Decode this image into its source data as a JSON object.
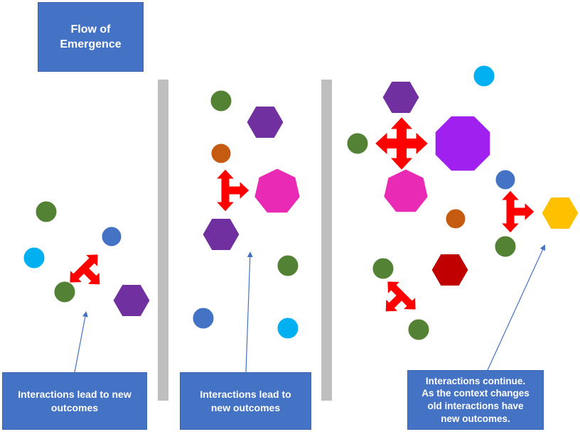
{
  "title": "Flow of\nEmergence",
  "captions": [
    "Interactions lead to new\noutcomes",
    "Interactions lead to\nnew outcomes",
    "Interactions continue.\nAs the context changes\nold interactions have\nnew outcomes."
  ],
  "colors": {
    "box": "#4472c4",
    "divider": "#bfbfbf",
    "arrow": "#ff0000",
    "green": "#548235",
    "blue": "#4472c4",
    "cyan": "#00b0f0",
    "orange": "#c55a11",
    "purple": "#7030a0",
    "magenta": "#e92ab5",
    "violet": "#a020f0",
    "dark_red": "#c00000",
    "gold": "#ffc000"
  }
}
